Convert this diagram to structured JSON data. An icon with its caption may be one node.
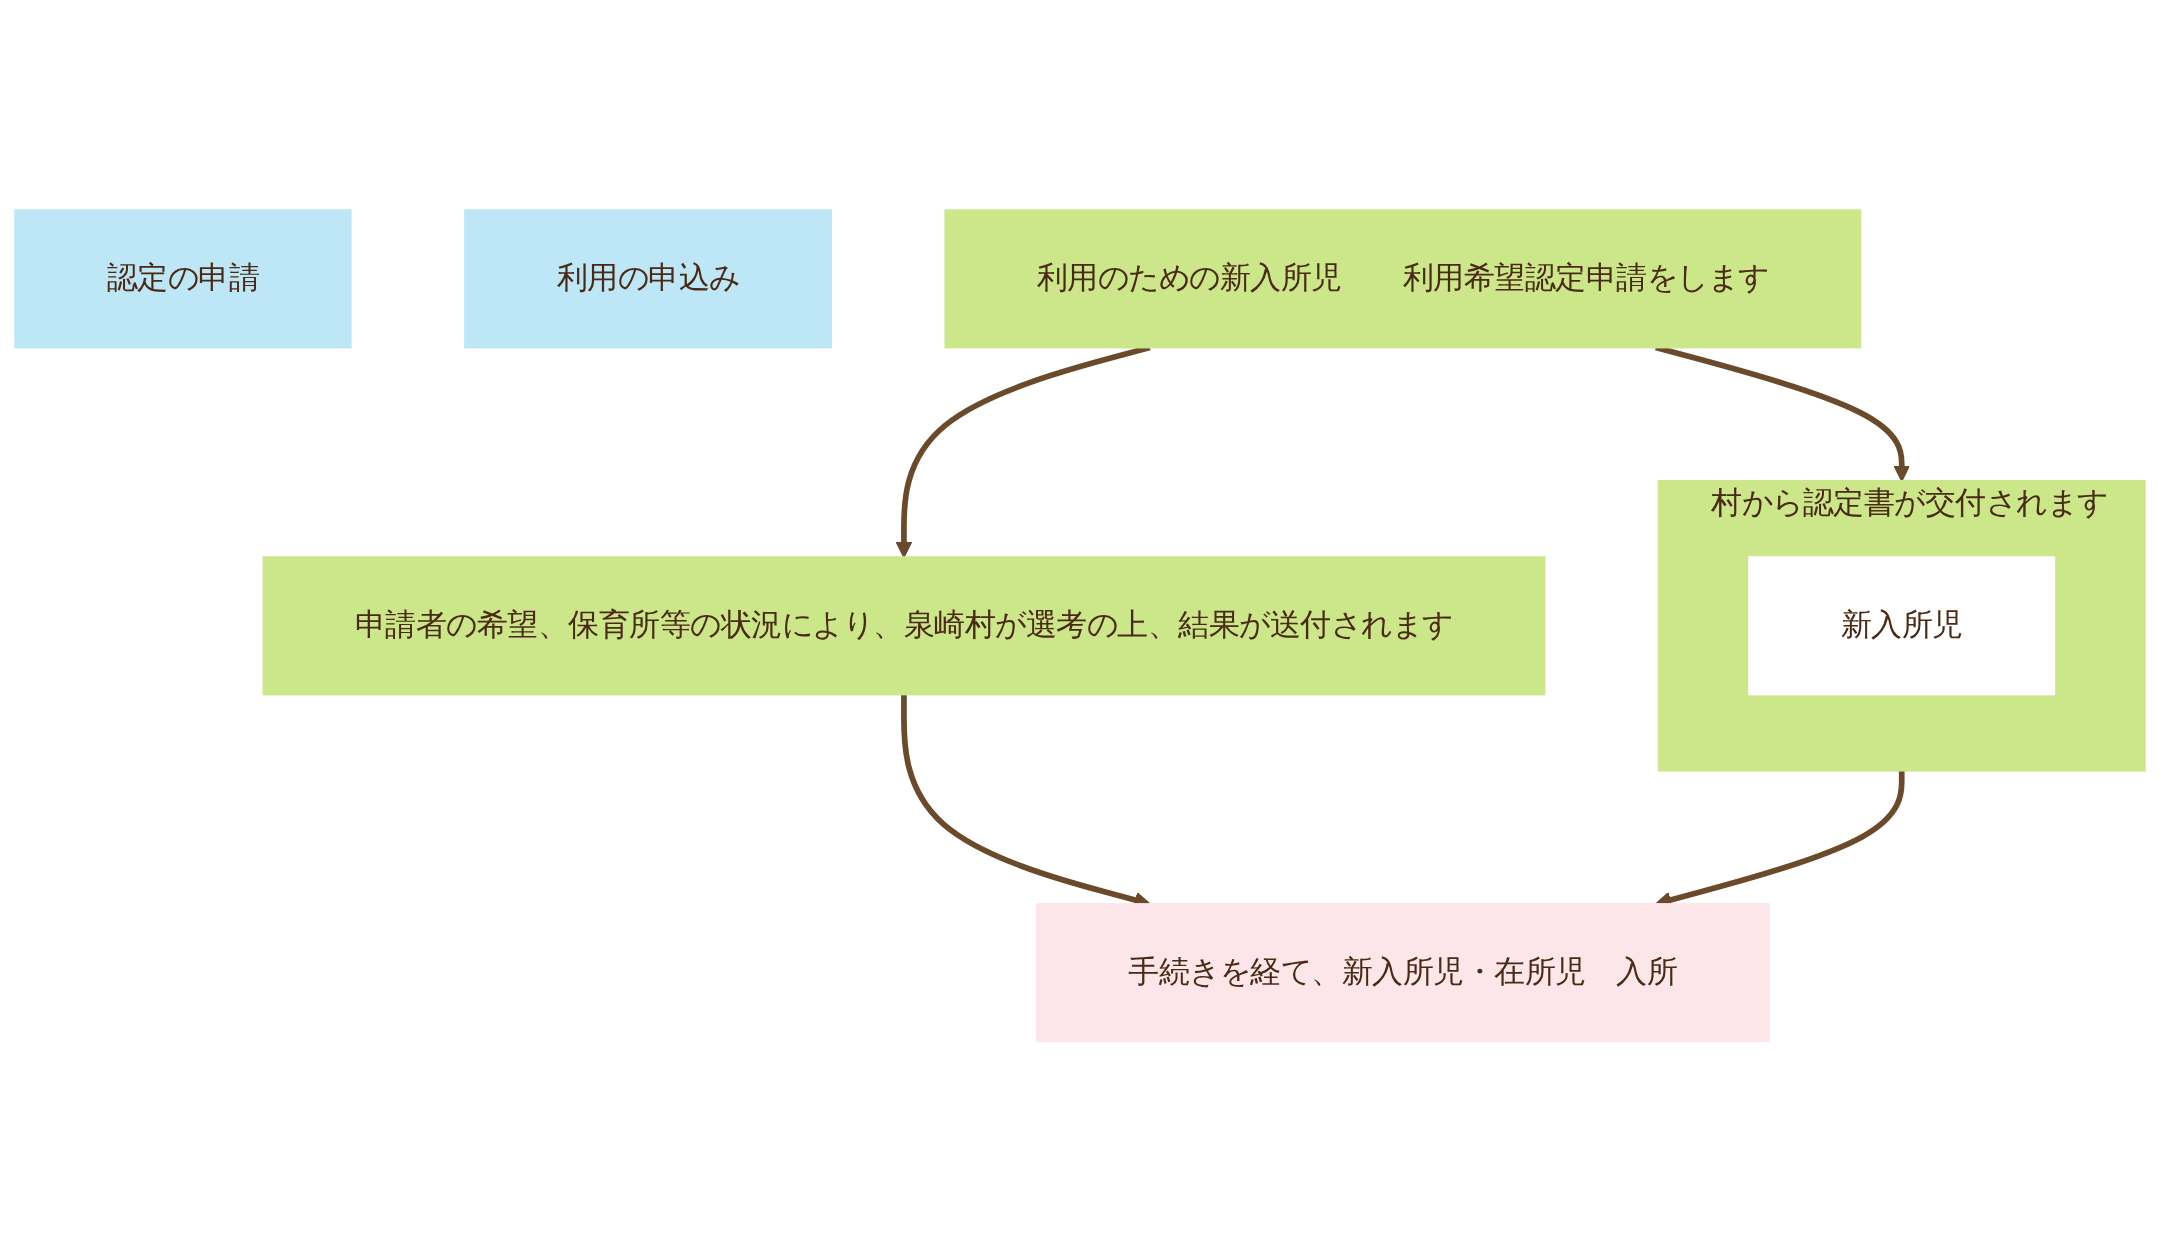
{
  "diagram": {
    "nodes": [
      {
        "text": [
          "認定の申請"
        ]
      },
      {
        "text": [
          "利用の申込み"
        ]
      },
      {
        "text": [
          "利用のための新入所児　　利用希望認定申請をします"
        ]
      },
      {
        "text": [
          "村から認定書が交付されます"
        ]
      },
      {
        "text": [
          "新入所児"
        ],
        "in": 3
      },
      {
        "text": [
          "申請者の希望、保育所等の状況により、泉崎村が選考の上、結果が送付されます"
        ]
      },
      {
        "text": [
          "手続きを経て、新入所児・在所児　入所"
        ]
      }
    ],
    "edges": [
      {
        "from": 2,
        "to": 3,
        "arrow": "to"
      },
      {
        "from": 2,
        "to": 5,
        "arrow": "to"
      },
      {
        "from": 3,
        "to": 6,
        "arrow": "to"
      },
      {
        "from": 5,
        "to": 6,
        "arrow": "to"
      }
    ]
  }
}
